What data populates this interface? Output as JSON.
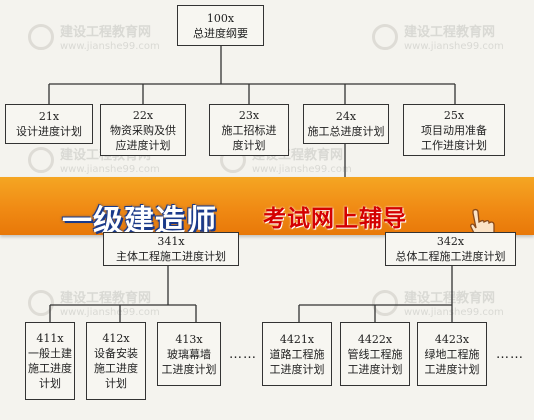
{
  "watermark": {
    "site_name": "建设工程教育网",
    "url": "www.jianshe99.com"
  },
  "root": {
    "code": "100x",
    "text": "总进度纲要"
  },
  "level2": [
    {
      "code": "21x",
      "text": "设计进度计划"
    },
    {
      "code": "22x",
      "text": "物资采购及供\n应进度计划"
    },
    {
      "code": "23x",
      "text": "施工招标进\n度计划"
    },
    {
      "code": "24x",
      "text": "施工总进度计划"
    },
    {
      "code": "25x",
      "text": "项目动用准备\n工作进度计划"
    }
  ],
  "level3": [
    {
      "code": "341x",
      "text": "主体工程施工进度计划"
    },
    {
      "code": "342x",
      "text": "总体工程施工进度计划"
    }
  ],
  "level4_left": [
    {
      "code": "411x",
      "text": "一般土建\n施工进度\n计划"
    },
    {
      "code": "412x",
      "text": "设备安装\n施工进度\n计划"
    },
    {
      "code": "413x",
      "text": "玻璃幕墙\n工进度计划"
    }
  ],
  "level4_right": [
    {
      "code": "4421x",
      "text": "道路工程施\n工进度计划"
    },
    {
      "code": "4422x",
      "text": "管线工程施\n工进度计划"
    },
    {
      "code": "4423x",
      "text": "绿地工程施\n工进度计划"
    }
  ],
  "ellipsis": "……",
  "banner": {
    "main": "一级建造师",
    "sub": "考试网上辅导",
    "colors": {
      "band": "#f08a14",
      "main_text": "#ffffff",
      "sub_text": "#d40000"
    }
  }
}
